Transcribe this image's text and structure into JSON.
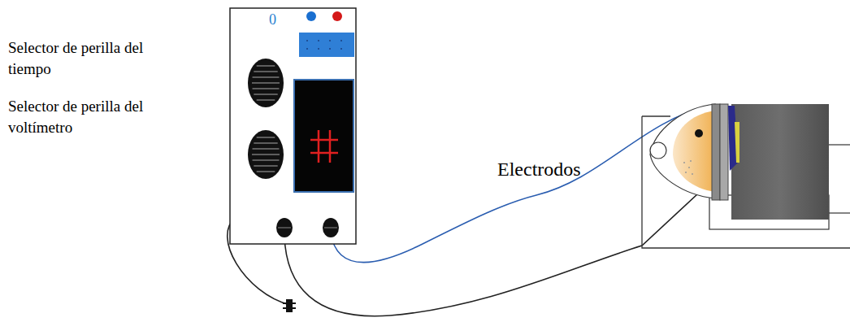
{
  "diagram": {
    "labels": [
      "Selector de perilla del tiempo",
      "Selector de perilla del voltímetro",
      "Electrodos",
      "0"
    ]
  }
}
